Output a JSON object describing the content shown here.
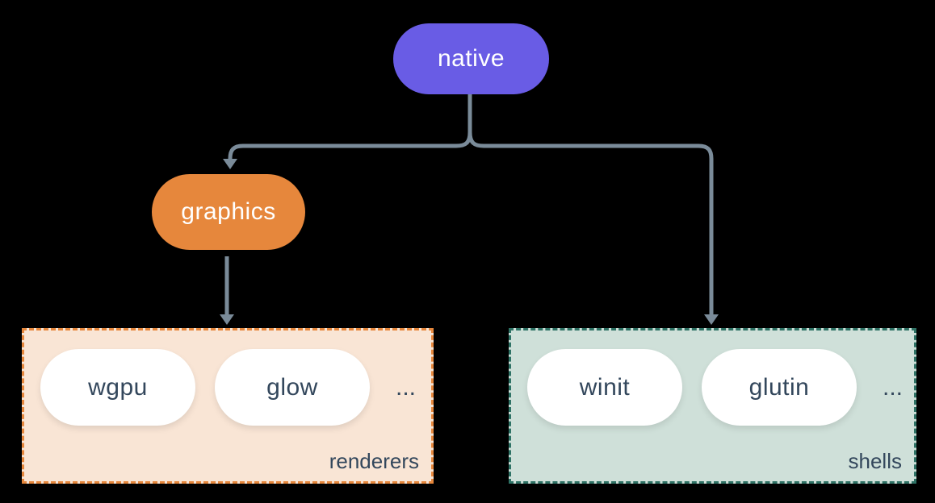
{
  "diagram": {
    "root": {
      "label": "native"
    },
    "graphics": {
      "label": "graphics"
    },
    "groups": [
      {
        "name": "renderers",
        "label": "renderers",
        "items": [
          "wgpu",
          "glow"
        ],
        "ellipsis": "..."
      },
      {
        "name": "shells",
        "label": "shells",
        "items": [
          "winit",
          "glutin"
        ],
        "ellipsis": "..."
      }
    ],
    "colors": {
      "background": "#000000",
      "native": "#695CE5",
      "graphics": "#E6873C",
      "renderers-fill": "#F9E5D5",
      "renderers-border": "#E6873C",
      "shells-fill": "#CFE0D9",
      "shells-border": "#2E7265",
      "item-fill": "#FFFFFF",
      "item-text": "#33475C",
      "node-text": "#FFFFFF",
      "connector": "#7A8B99"
    }
  }
}
